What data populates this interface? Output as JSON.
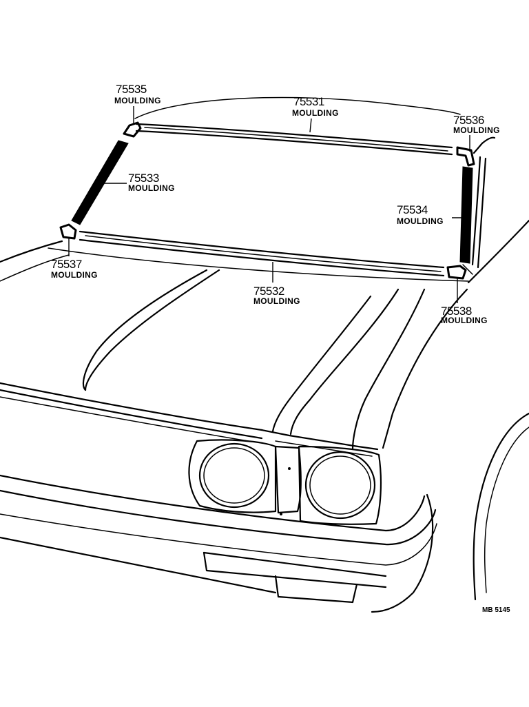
{
  "parts": [
    {
      "id": "p75535",
      "number": "75535",
      "name": "MOULDING"
    },
    {
      "id": "p75531",
      "number": "75531",
      "name": "MOULDING"
    },
    {
      "id": "p75536",
      "number": "75536",
      "name": "MOULDING"
    },
    {
      "id": "p75533",
      "number": "75533",
      "name": "MOULDING"
    },
    {
      "id": "p75534",
      "number": "75534",
      "name": "MOULDING"
    },
    {
      "id": "p75537",
      "number": "75537",
      "name": "MOULDING"
    },
    {
      "id": "p75532",
      "number": "75532",
      "name": "MOULDING"
    },
    {
      "id": "p75538",
      "number": "75538",
      "name": "MOULDING"
    }
  ],
  "drawing_ref": "MB 5145",
  "colors": {
    "ink": "#000000",
    "paper": "#ffffff"
  }
}
